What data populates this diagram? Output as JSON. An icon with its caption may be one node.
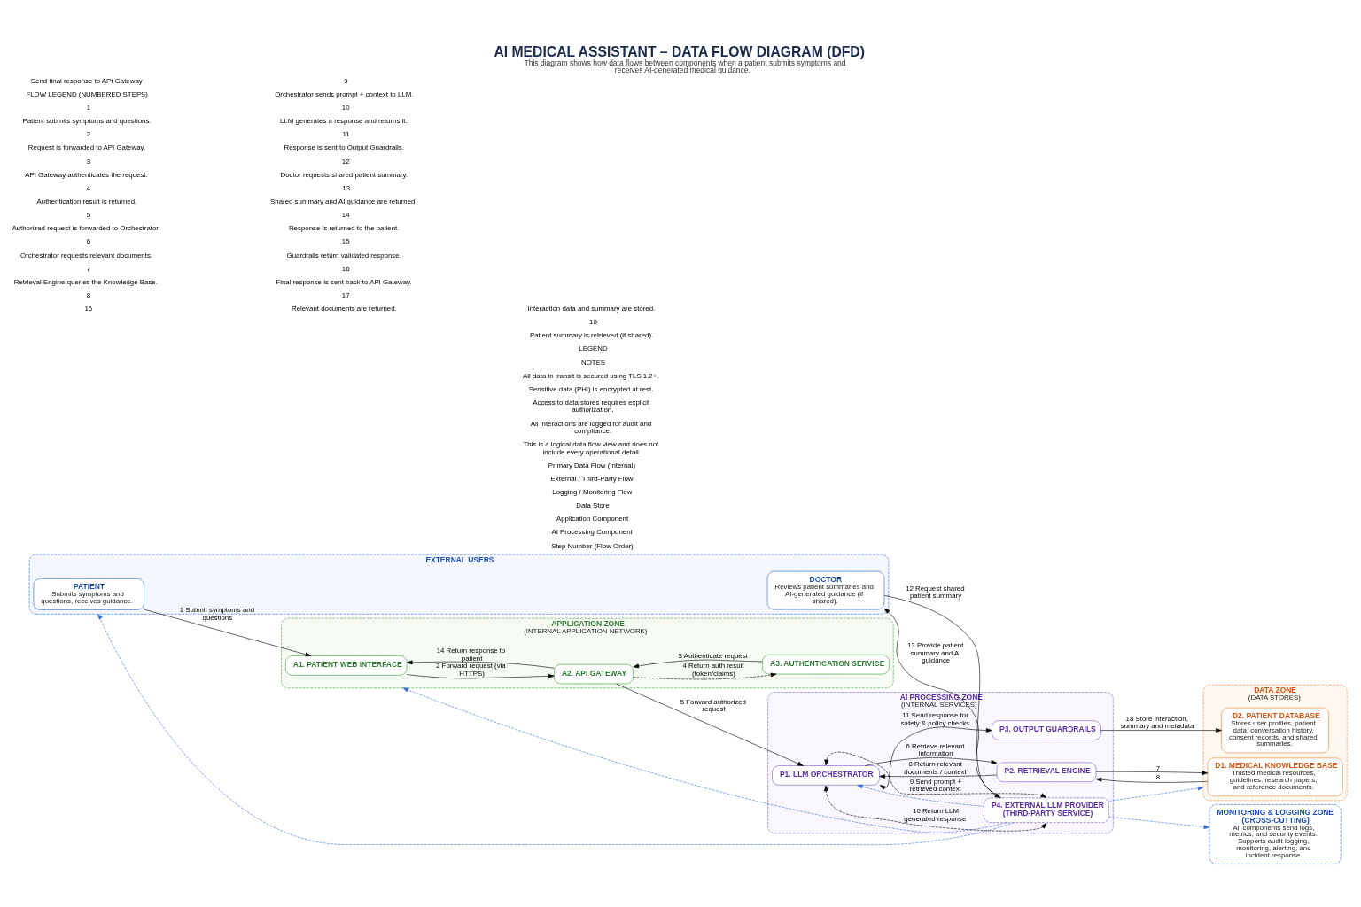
{
  "diagram": {
    "title": "AI MEDICAL ASSISTANT – DATA FLOW DIAGRAM (DFD)",
    "caption": "This diagram shows how data flows between components when a patient submits symptoms and receives AI-generated medical guidance.",
    "nodes": [
      {
        "text": [
          "EXTERNAL USERS"
        ]
      },
      {
        "text": [
          "PATIENT",
          "Submits symptoms and questions, receives guidance."
        ],
        "in": 0
      },
      {
        "text": [
          "DOCTOR",
          "Reviews patient summaries and AI-generated guidance (if shared)."
        ],
        "in": 0
      },
      {
        "text": [
          "APPLICATION ZONE",
          "(INTERNAL APPLICATION NETWORK)"
        ]
      },
      {
        "text": [
          "A1. PATIENT WEB INTERFACE"
        ],
        "in": 3
      },
      {
        "text": [
          "A2. API GATEWAY"
        ],
        "in": 3
      },
      {
        "text": [
          "A3. AUTHENTICATION SERVICE"
        ],
        "in": 3
      },
      {
        "text": [
          "AI PROCESSING ZONE",
          "(INTERNAL SERVICES)"
        ]
      },
      {
        "text": [
          "P1. LLM ORCHESTRATOR"
        ],
        "in": 7
      },
      {
        "text": [
          "P2. RETRIEVAL ENGINE"
        ],
        "in": 7
      },
      {
        "text": [
          "P4. EXTERNAL LLM PROVIDER (THIRD-PARTY SERVICE)"
        ],
        "in": 7
      },
      {
        "text": [
          "P3. OUTPUT GUARDRAILS"
        ],
        "in": 7
      },
      {
        "text": [
          "DATA ZONE",
          "(DATA STORES)"
        ]
      },
      {
        "text": [
          "D1. MEDICAL KNOWLEDGE BASE",
          "Trusted medical resources, guidelines, research papers, and reference documents."
        ],
        "in": 12
      },
      {
        "text": [
          "D2. PATIENT DATABASE",
          "Stores user profiles, patient data, conversation history, consent records, and shared summaries."
        ],
        "in": 12
      },
      {
        "text": [
          "MONITORING & LOGGING ZONE (CROSS-CUTTING)",
          "All components send logs, metrics, and security events. Supports audit logging, monitoring, alerting, and incident response."
        ]
      }
    ],
    "edges": [
      {
        "from": 1,
        "to": 4,
        "arrow": "to",
        "label": "1 Submit symptoms and questions"
      },
      {
        "from": 4,
        "to": 5,
        "arrow": "to",
        "label": "2 Forward request (via HTTPS)"
      },
      {
        "from": 6,
        "to": 5,
        "arrow": "to",
        "label": "3 Authenticate request"
      },
      {
        "from": 5,
        "to": 6,
        "arrow": "to",
        "label": "4 Return auth result (token/claims)",
        "style": "dashed"
      },
      {
        "from": 5,
        "to": 8,
        "arrow": "to",
        "label": "5 Forward authorized request"
      },
      {
        "from": 8,
        "to": 9,
        "arrow": "to",
        "label": "6 Retrieve relevant information"
      },
      {
        "from": 9,
        "to": 13,
        "arrow": "to",
        "label": "7"
      },
      {
        "from": 13,
        "to": 9,
        "arrow": "to",
        "label": "8"
      },
      {
        "from": 9,
        "to": 8,
        "arrow": "to",
        "label": "8 Return relevant documents / context"
      },
      {
        "from": 8,
        "to": 10,
        "arrow": "both",
        "label": "9 Send prompt + retrieved context",
        "style": "dashed"
      },
      {
        "from": 10,
        "to": 8,
        "arrow": "both",
        "label": "10 Return LLM generated response",
        "style": "dashed"
      },
      {
        "from": 8,
        "to": 11,
        "arrow": "both",
        "label": "11 Send response for safety & policy checks"
      },
      {
        "from": 2,
        "to": 10,
        "arrow": "to",
        "label": "12 Request shared patient summary"
      },
      {
        "from": 10,
        "to": 2,
        "arrow": "to",
        "label": "13 Provide patient summary and AI guidance"
      },
      {
        "from": 5,
        "to": 4,
        "arrow": "to",
        "label": "14 Return response to patient"
      },
      {
        "from": 11,
        "to": 14,
        "arrow": "to",
        "label": "18 Store interaction, summary and metadata"
      },
      {
        "from": 10,
        "to": 15,
        "arrow": "to",
        "style": "dashed",
        "color": "#3a6fd8"
      },
      {
        "from": 10,
        "to": 0,
        "arrow": "to",
        "style": "dashed",
        "color": "#3a6fd8"
      },
      {
        "from": 10,
        "to": 3,
        "arrow": "to",
        "style": "dashed",
        "color": "#3a6fd8"
      },
      {
        "from": 10,
        "to": 7,
        "arrow": "to",
        "style": "dashed",
        "color": "#3a6fd8"
      },
      {
        "from": 10,
        "to": 12,
        "arrow": "to",
        "style": "dashed",
        "color": "#3a6fd8"
      }
    ],
    "labels": [
      "16",
      "Send final response to API Gateway",
      "FLOW LEGEND (NUMBERED STEPS)",
      "1",
      "Patient submits symptoms and questions.",
      "2",
      "Request is forwarded to API Gateway.",
      "3",
      "API Gateway authenticates the request.",
      "4",
      "Authentication result is returned.",
      "5",
      "Authorized request is forwarded to Orchestrator.",
      "6",
      "Orchestrator requests relevant documents.",
      "7",
      "Retrieval Engine queries the Knowledge Base.",
      "8",
      "Relevant documents are returned.",
      "9",
      "Orchestrator sends prompt + context to LLM.",
      "10",
      "LLM generates a response and returns it.",
      "11",
      "Response is sent to Output Guardrails.",
      "12",
      "Doctor requests shared patient summary.",
      "13",
      "Shared summary and AI guidance are returned.",
      "14",
      "Response is returned to the patient.",
      "15",
      "Guardrails return validated response.",
      "16",
      "Final response is sent back to API Gateway.",
      "17",
      "Interaction data and summary are stored.",
      "18",
      "Patient summary is retrieved (if shared).",
      "LEGEND",
      "NOTES",
      "All data in transit is secured using TLS 1.2+.",
      "Sensitive data (PHI) is encrypted at rest.",
      "Access to data stores requires explicit authorization.",
      "All interactions are logged for audit and compliance.",
      "This is a logical data flow view and does not include every operational detail."
    ],
    "legend": [
      {
        "text": "Primary Data Flow (Internal)"
      },
      {
        "text": "External / Third-Party Flow"
      },
      {
        "text": "Logging / Monitoring Flow"
      },
      {
        "text": "Data Store"
      },
      {
        "text": "Application Component"
      },
      {
        "text": "AI Processing Component"
      },
      {
        "text": "Step Number (Flow Order)"
      }
    ]
  }
}
